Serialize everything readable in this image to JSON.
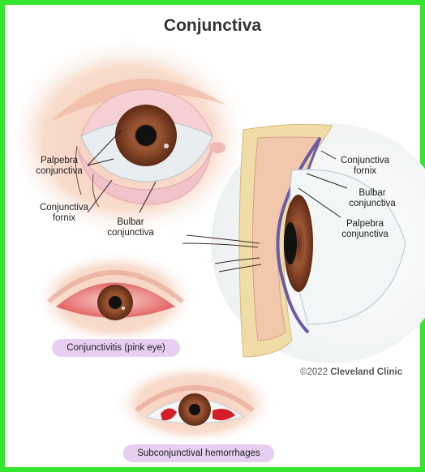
{
  "title": "Conjunctiva",
  "labels": {
    "front_palpebra": [
      "Palpebra",
      "conjunctiva"
    ],
    "front_fornix": [
      "Conjunctiva",
      "fornix"
    ],
    "front_bulbar": [
      "Bulbar",
      "conjunctiva"
    ],
    "side_fornix": [
      "Conjunctiva",
      "fornix"
    ],
    "side_bulbar": [
      "Bulbar",
      "conjunctiva"
    ],
    "side_palpebra": [
      "Palpebra",
      "conjunctiva"
    ]
  },
  "captions": {
    "pink_eye": "Conjunctivitis (pink eye)",
    "hemorrhage": "Subconjunctival hemorrhages"
  },
  "credit": {
    "year": "©2022",
    "org": "Cleveland Clinic"
  },
  "colors": {
    "border": "#35e52f",
    "caption_pill": "#e6cff1",
    "skin": "#f3c7b3",
    "iris": "#8b4a2c",
    "sclera": "#e8eef0"
  }
}
